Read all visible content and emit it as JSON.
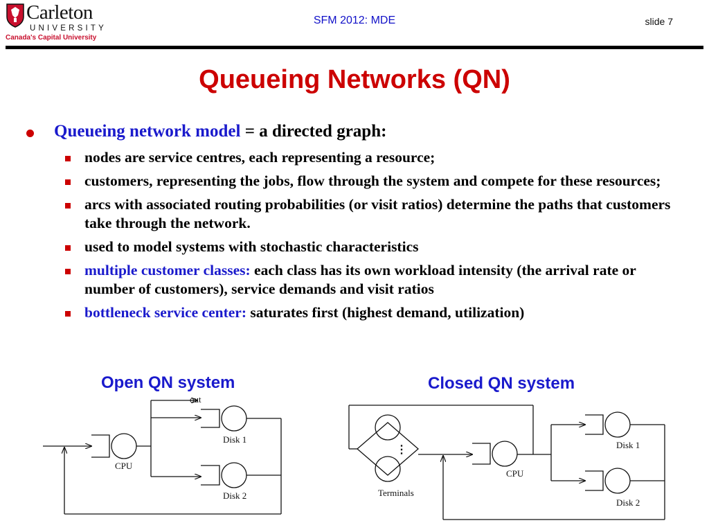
{
  "header": {
    "logo": {
      "wordmark": "Carleton",
      "university": "UNIVERSITY",
      "tagline": "Canada's Capital University"
    },
    "course": "SFM 2012: MDE",
    "slide_number": "slide 7"
  },
  "title": "Queueing Networks (QN)",
  "main_bullet": {
    "term": "Queueing network model",
    "definition": " = a directed graph:"
  },
  "sub_bullets": [
    {
      "lead": "",
      "text": "nodes are service centres, each representing a resource;"
    },
    {
      "lead": "",
      "text": "customers, representing the jobs, flow through the system and compete for these resources;"
    },
    {
      "lead": "",
      "text": "arcs with associated routing probabilities (or visit ratios) determine the paths that customers take through the network."
    },
    {
      "lead": "",
      "text": "used to model systems with stochastic characteristics"
    },
    {
      "lead": "multiple customer classes: ",
      "text": "each class has its own workload intensity (the arrival rate or number of customers), service demands and visit ratios"
    },
    {
      "lead": "bottleneck service center: ",
      "text": "saturates first (highest demand, utilization)"
    }
  ],
  "open_qn": {
    "title": "Open QN system",
    "out_label": "out",
    "cpu_label": "CPU",
    "disk1_label": "Disk 1",
    "disk2_label": "Disk 2"
  },
  "closed_qn": {
    "title": "Closed QN system",
    "terminals_label": "Terminals",
    "ellipsis": "⋮",
    "cpu_label": "CPU",
    "disk1_label": "Disk 1",
    "disk2_label": "Disk 2"
  },
  "colors": {
    "title_red": "#cc0000",
    "accent_blue": "#1a1acc",
    "bullet_red": "#cc0000"
  }
}
